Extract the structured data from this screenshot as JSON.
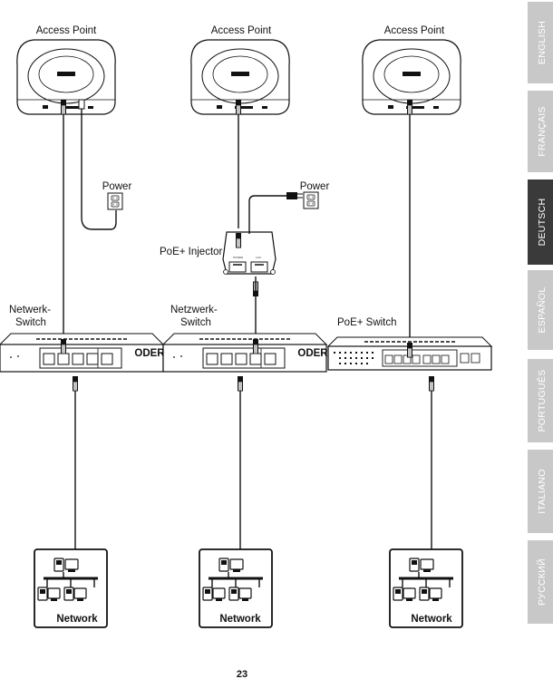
{
  "columns": [
    {
      "ap_label": "Access Point",
      "power_label": "Power",
      "switch_label_line1": "Netwerk-",
      "switch_label_line2": "Switch",
      "network_label": "Network"
    },
    {
      "ap_label": "Access Point",
      "power_label": "Power",
      "injector_label": "PoE+ Injector",
      "switch_label_line1": "Netzwerk-",
      "switch_label_line2": "Switch",
      "network_label": "Network"
    },
    {
      "ap_label": "Access Point",
      "switch_label_line1": "PoE+ Switch",
      "network_label": "Network"
    }
  ],
  "or_labels": [
    "ODER",
    "ODER"
  ],
  "page_number": "23",
  "language_tabs": [
    {
      "label": "ENGLISH",
      "active": false
    },
    {
      "label": "FRANÇAIS",
      "active": false
    },
    {
      "label": "DEUTSCH",
      "active": true
    },
    {
      "label": "ESPAÑOL",
      "active": false
    },
    {
      "label": "PORTUGUÊS",
      "active": false
    },
    {
      "label": "ITALIANO",
      "active": false
    },
    {
      "label": "РУССКИЙ",
      "active": false
    }
  ],
  "colors": {
    "tab_inactive": "#c8c8c8",
    "tab_active": "#3a3a3a",
    "line": "#111111",
    "device_fill": "#ffffff"
  },
  "icons": [
    "access-point-icon",
    "power-outlet-icon",
    "poe-injector-icon",
    "network-switch-icon",
    "poe-switch-icon",
    "network-icon"
  ]
}
